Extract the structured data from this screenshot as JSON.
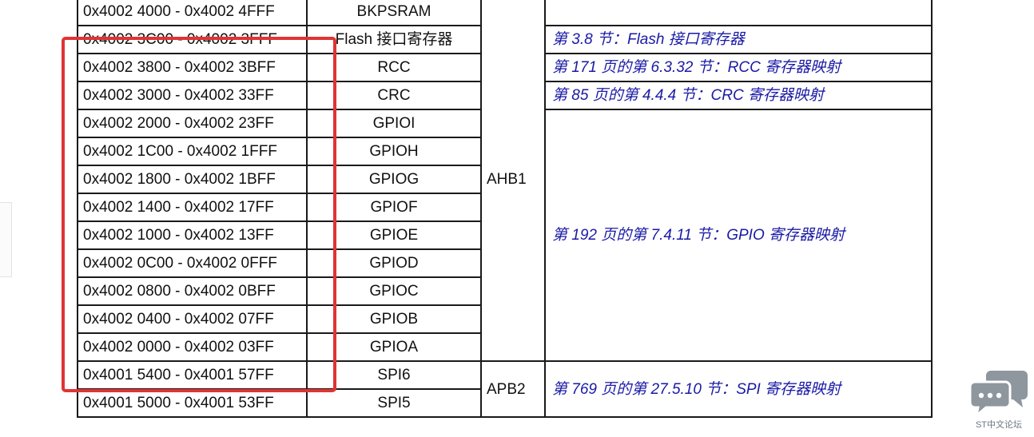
{
  "rows": [
    {
      "addr": "0x4002 4000 - 0x4002 4FFF",
      "name": "BKPSRAM"
    },
    {
      "addr": "0x4002 3C00 - 0x4002 3FFF",
      "name": "Flash 接口寄存器"
    },
    {
      "addr": "0x4002 3800 - 0x4002 3BFF",
      "name": "RCC"
    },
    {
      "addr": "0x4002 3000 - 0x4002 33FF",
      "name": "CRC"
    },
    {
      "addr": "0x4002 2000 - 0x4002 23FF",
      "name": "GPIOI"
    },
    {
      "addr": "0x4002 1C00 - 0x4002 1FFF",
      "name": "GPIOH"
    },
    {
      "addr": "0x4002 1800 - 0x4002 1BFF",
      "name": "GPIOG"
    },
    {
      "addr": "0x4002 1400 - 0x4002 17FF",
      "name": "GPIOF"
    },
    {
      "addr": "0x4002 1000 - 0x4002 13FF",
      "name": "GPIOE"
    },
    {
      "addr": "0x4002 0C00 - 0x4002 0FFF",
      "name": "GPIOD"
    },
    {
      "addr": "0x4002 0800 - 0x4002 0BFF",
      "name": "GPIOC"
    },
    {
      "addr": "0x4002 0400 - 0x4002 07FF",
      "name": "GPIOB"
    },
    {
      "addr": "0x4002 0000 - 0x4002 03FF",
      "name": "GPIOA"
    },
    {
      "addr": "0x4001 5400 - 0x4001 57FF",
      "name": "SPI6"
    },
    {
      "addr": "0x4001 5000 - 0x4001 53FF",
      "name": "SPI5"
    }
  ],
  "buses": {
    "ahb1": "AHB1",
    "apb2": "APB2"
  },
  "refs": {
    "flash": "第 3.8 节：Flash 接口寄存器",
    "rcc": "第 171 页的第 6.3.32 节：RCC 寄存器映射",
    "crc": "第 85 页的第 4.4.4 节：CRC 寄存器映射",
    "gpio": "第 192 页的第 7.4.11 节：GPIO 寄存器映射",
    "spi": "第 769 页的第 27.5.10 节：SPI 寄存器映射"
  },
  "watermark": {
    "label": "ST中文论坛",
    "icon": "chat-bubbles-icon",
    "color": "#8e969e"
  },
  "colors": {
    "highlight": "#e03434",
    "reference_text": "#1a1aa6"
  }
}
